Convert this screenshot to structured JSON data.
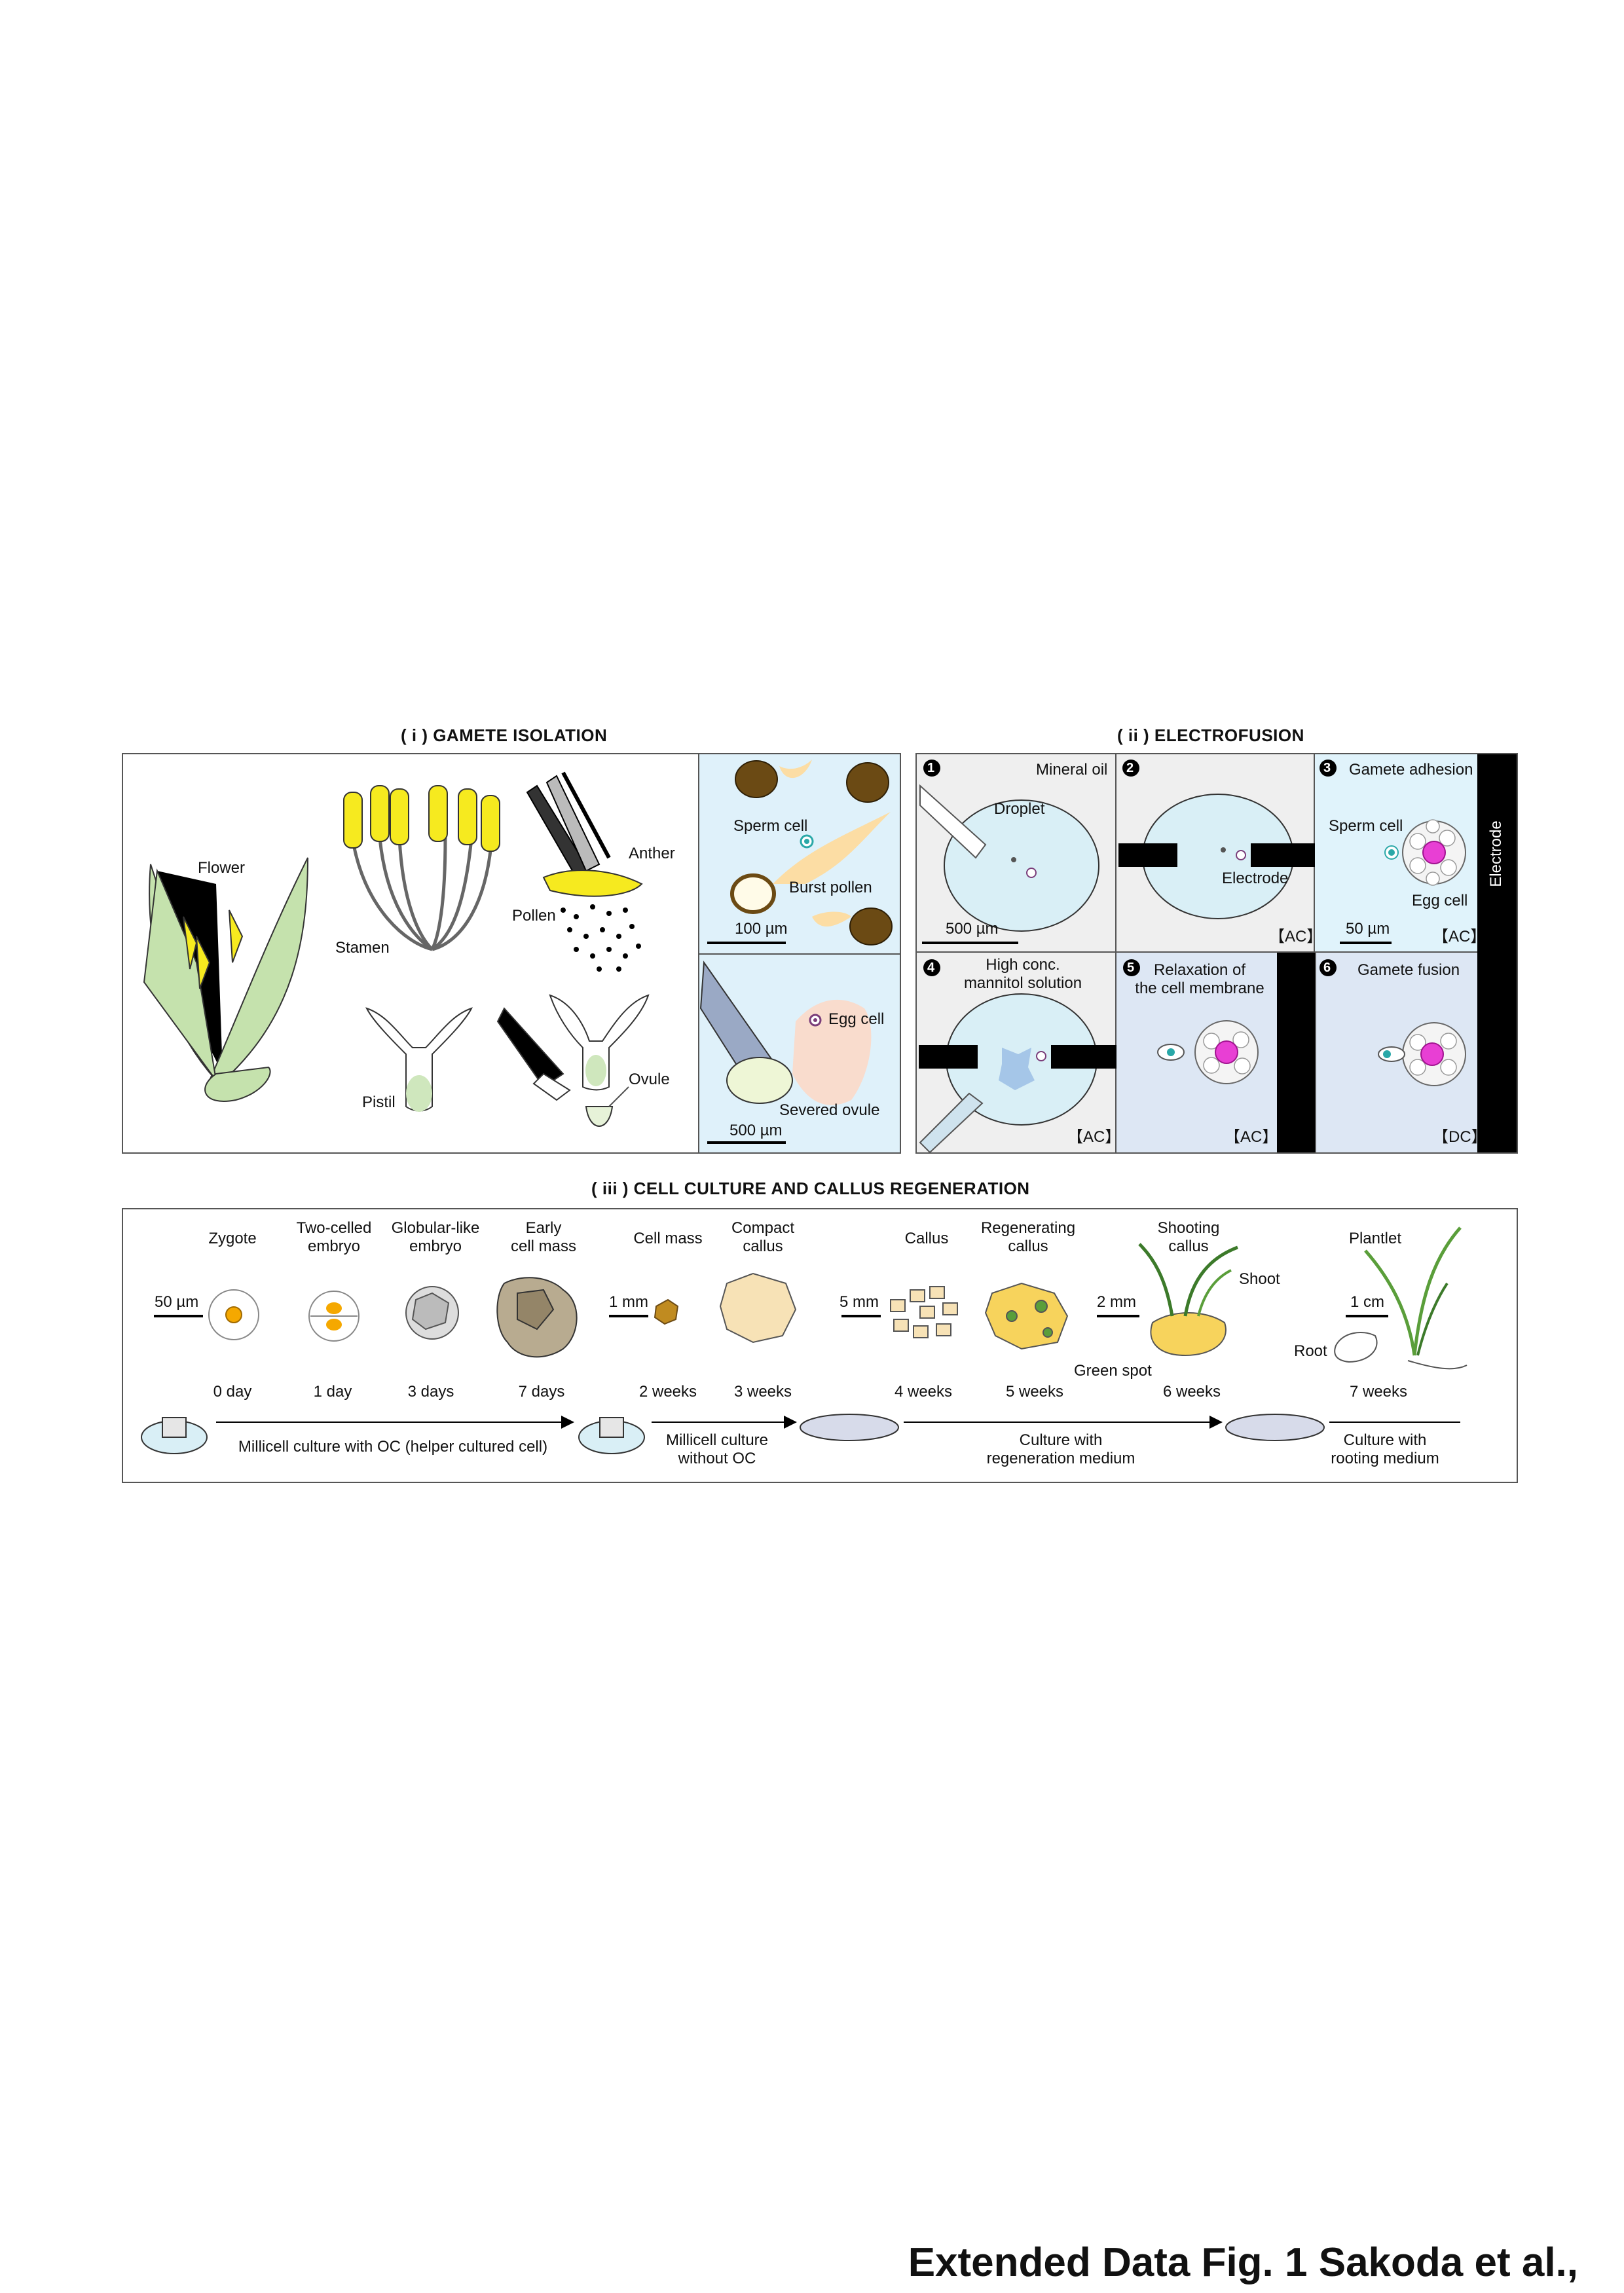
{
  "section_i": {
    "title": "( i ) GAMETE ISOLATION",
    "labels": {
      "flower": "Flower",
      "stamen": "Stamen",
      "anther": "Anther",
      "pollen": "Pollen",
      "pistil": "Pistil",
      "ovule": "Ovule",
      "sperm_cell": "Sperm cell",
      "burst_pollen": "Burst pollen",
      "scale_100": "100 µm",
      "egg_cell": "Egg cell",
      "severed_ovule": "Severed ovule",
      "scale_500": "500 µm"
    }
  },
  "section_ii": {
    "title": "( ii ) ELECTROFUSION",
    "electrode_side": "Electrode",
    "panels": [
      {
        "num": "1",
        "title": "Mineral oil",
        "label_a": "Droplet",
        "scale": "500 µm",
        "mode": ""
      },
      {
        "num": "2",
        "title": "",
        "label_a": "Electrode",
        "scale": "",
        "mode": "【AC】"
      },
      {
        "num": "3",
        "title": "Gamete adhesion",
        "label_a": "Sperm cell",
        "label_b": "Egg cell",
        "scale": "50 µm",
        "mode": "【AC】"
      },
      {
        "num": "4",
        "title": "High conc.\nmannitol solution",
        "label_a": "",
        "scale": "",
        "mode": "【AC】"
      },
      {
        "num": "5",
        "title": "Relaxation of\nthe cell membrane",
        "label_a": "",
        "scale": "",
        "mode": "【AC】"
      },
      {
        "num": "6",
        "title": "Gamete fusion",
        "label_a": "",
        "scale": "",
        "mode": "【DC】"
      }
    ]
  },
  "section_iii": {
    "title": "( iii ) CELL CULTURE AND CALLUS REGENERATION",
    "stages": {
      "zygote": "Zygote",
      "two_celled": "Two-celled\nembryo",
      "globular": "Globular-like\nembryo",
      "early_mass": "Early\ncell mass",
      "cell_mass": "Cell mass",
      "compact": "Compact\ncallus",
      "callus": "Callus",
      "regenerating": "Regenerating\ncallus",
      "shooting": "Shooting\ncallus",
      "plantlet": "Plantlet"
    },
    "scales": {
      "s50um": "50 µm",
      "s1mm": "1 mm",
      "s5mm": "5 mm",
      "s2mm": "2 mm",
      "s1cm": "1 cm"
    },
    "times": {
      "t0": "0 day",
      "t1": "1 day",
      "t3": "3 days",
      "t7": "7 days",
      "w2": "2 weeks",
      "w3": "3 weeks",
      "w4": "4 weeks",
      "w5": "5 weeks",
      "w6": "6 weeks",
      "w7": "7 weeks"
    },
    "annotations": {
      "green_spot": "Green spot",
      "shoot": "Shoot",
      "root": "Root"
    },
    "phases": {
      "p1": "Millicell culture with OC (helper cultured cell)",
      "p2": "Millicell culture\nwithout OC",
      "p3": "Culture with\nregeneration medium",
      "p4": "Culture with\nrooting medium"
    }
  },
  "footer": "Extended Data Fig. 1  Sakoda et al.,"
}
